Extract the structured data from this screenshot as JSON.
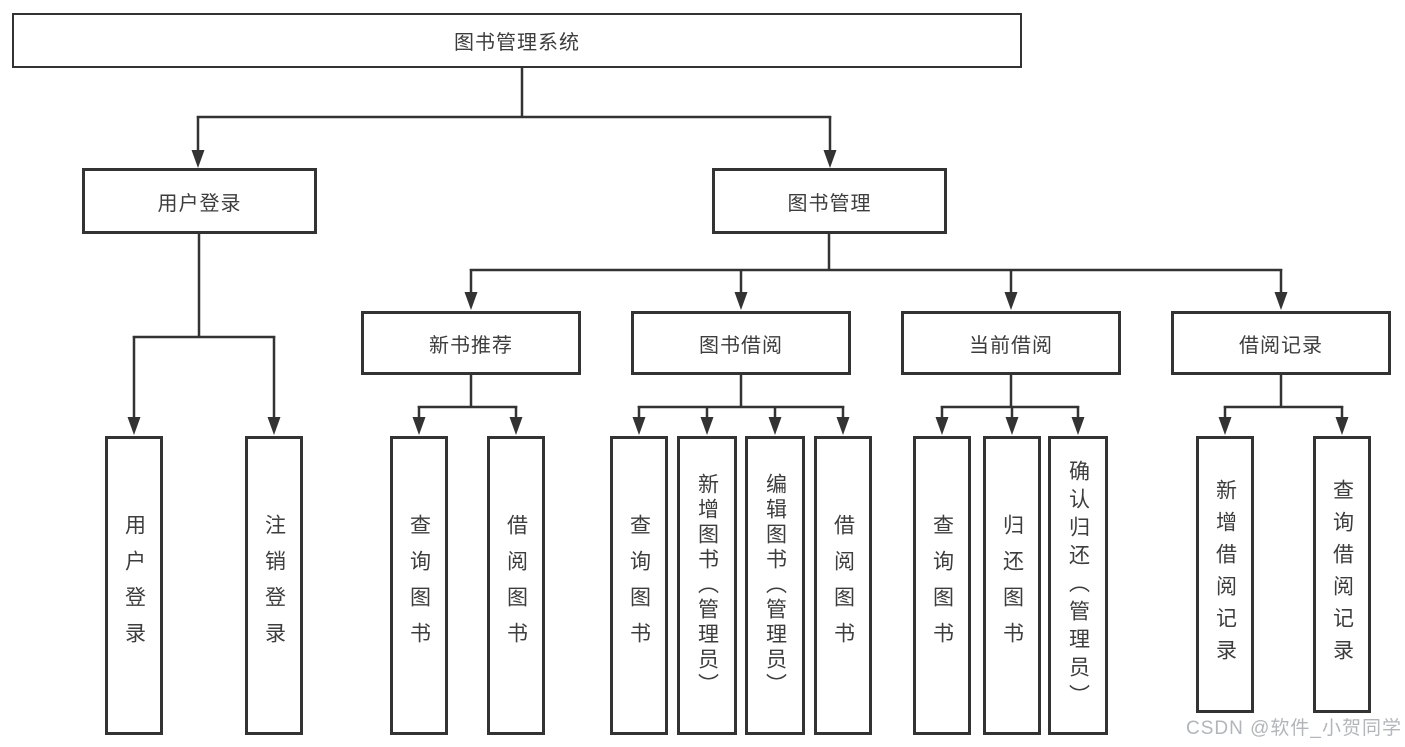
{
  "diagram": {
    "root": {
      "label": "图书管理系统"
    },
    "level1": [
      {
        "label": "用户登录"
      },
      {
        "label": "图书管理"
      }
    ],
    "level2": [
      {
        "label": "新书推荐",
        "parent": "图书管理"
      },
      {
        "label": "图书借阅",
        "parent": "图书管理"
      },
      {
        "label": "当前借阅",
        "parent": "图书管理"
      },
      {
        "label": "借阅记录",
        "parent": "图书管理"
      }
    ],
    "leaves": [
      {
        "label": "用户登录",
        "parent": "用户登录"
      },
      {
        "label": "注销登录",
        "parent": "用户登录"
      },
      {
        "label": "查询图书",
        "parent": "新书推荐"
      },
      {
        "label": "借阅图书",
        "parent": "新书推荐"
      },
      {
        "label": "查询图书",
        "parent": "图书借阅"
      },
      {
        "label": "新增图书（管理员）",
        "parent": "图书借阅"
      },
      {
        "label": "编辑图书（管理员）",
        "parent": "图书借阅"
      },
      {
        "label": "借阅图书",
        "parent": "图书借阅"
      },
      {
        "label": "查询图书",
        "parent": "当前借阅"
      },
      {
        "label": "归还图书",
        "parent": "当前借阅"
      },
      {
        "label": "确认归还（管理员）",
        "parent": "当前借阅"
      },
      {
        "label": "新增借阅记录",
        "parent": "借阅记录"
      },
      {
        "label": "查询借阅记录",
        "parent": "借阅记录"
      }
    ],
    "watermark": "CSDN @软件_小贺同学",
    "colors": {
      "line": "#333333",
      "text": "#3d3d3d",
      "watermark": "#b2b6ba",
      "background": "#ffffff"
    }
  }
}
